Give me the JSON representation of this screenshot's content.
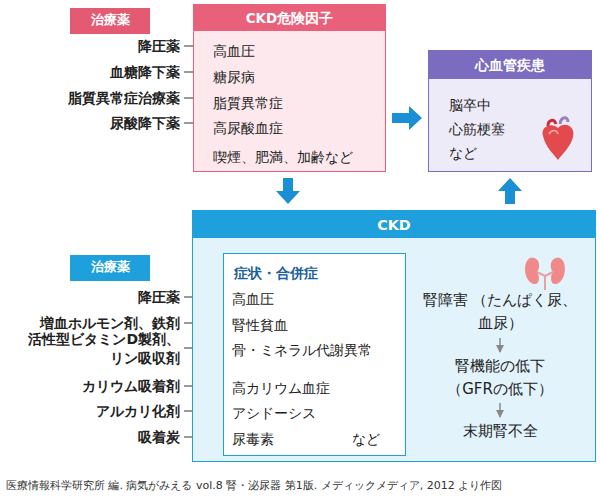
{
  "diagram": {
    "caption": "医療情報科学研究所 編. 病気がみえる vol.8 腎・泌尿器 第1版. メディックメディア, 2012 より作図",
    "nodes": [
      {
        "text": [
          "治療薬"
        ]
      },
      {
        "text": [
          "CKD危険因子",
          "高血圧",
          "糖尿病",
          "脂質異常症",
          "高尿酸血症",
          "喫煙、肥満、加齢など"
        ]
      },
      {
        "text": [
          "心血管疾患",
          "脳卒中 心筋梗塞 など"
        ]
      },
      {
        "text": [
          "CKD"
        ]
      },
      {
        "text": [
          "治療薬"
        ]
      },
      {
        "text": [
          "症状・合併症",
          "高血圧",
          "腎性貧血",
          "骨・ミネラル代謝異常",
          "高カリウム血症",
          "アシドーシス",
          "尿毒素",
          "など"
        ],
        "in": 3
      }
    ],
    "edges": [
      {
        "from": 1,
        "to": 2,
        "arrow": "to"
      },
      {
        "from": 1,
        "to": 3,
        "arrow": "to"
      },
      {
        "from": 3,
        "to": 2,
        "arrow": "to"
      }
    ],
    "labels": [
      "降圧薬",
      "血糖降下薬",
      "脂質異常症治療薬",
      "尿酸降下薬",
      "降圧薬",
      "増血ホルモン剤、鉄剤",
      "活性型ビタミンD製剤、 リン吸収剤",
      "カリウム吸着剤",
      "アルカリ化剤",
      "吸着炭",
      "腎障害 （たんぱく尿、血尿）",
      "腎機能の低下 （GFRの低下）",
      "末期腎不全"
    ]
  }
}
